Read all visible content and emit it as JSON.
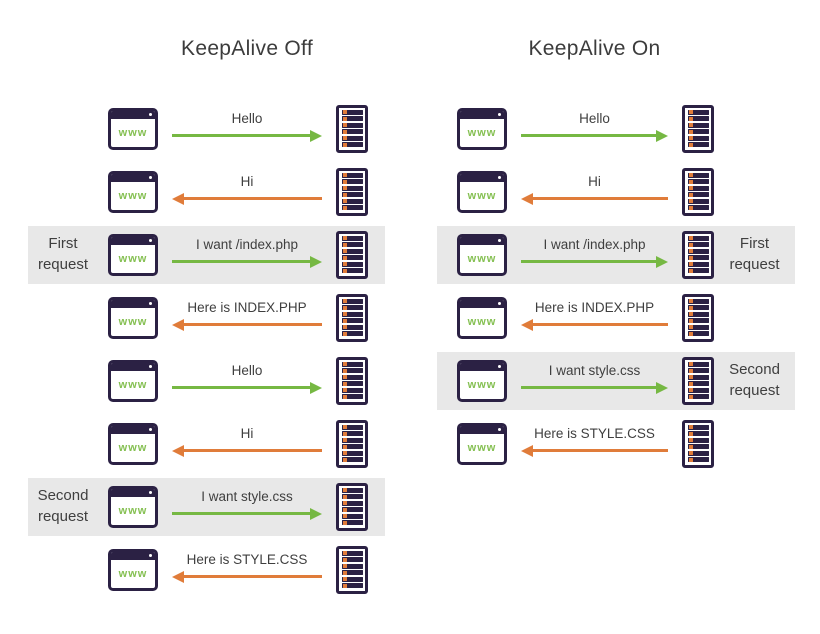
{
  "diagram": {
    "colors": {
      "green_arrow": "#76b843",
      "orange_arrow": "#e07c3a",
      "icon_purple": "#2b2144",
      "highlight_band": "#e8e8e8",
      "label_text": "#3f3f3f",
      "www_green": "#85c052"
    },
    "icons": {
      "browser_label": "www",
      "browser_icon": "browser-window-icon",
      "server_icon": "server-icon"
    },
    "columns": [
      {
        "title": "KeepAlive Off",
        "label_side": "left",
        "rows": [
          {
            "message": "Hello",
            "direction": "right",
            "highlight": false,
            "side_label": ""
          },
          {
            "message": "Hi",
            "direction": "left",
            "highlight": false,
            "side_label": ""
          },
          {
            "message": "I want /index.php",
            "direction": "right",
            "highlight": true,
            "side_label": "First request"
          },
          {
            "message": "Here is INDEX.PHP",
            "direction": "left",
            "highlight": false,
            "side_label": ""
          },
          {
            "message": "Hello",
            "direction": "right",
            "highlight": false,
            "side_label": ""
          },
          {
            "message": "Hi",
            "direction": "left",
            "highlight": false,
            "side_label": ""
          },
          {
            "message": "I want style.css",
            "direction": "right",
            "highlight": true,
            "side_label": "Second request"
          },
          {
            "message": "Here is STYLE.CSS",
            "direction": "left",
            "highlight": false,
            "side_label": ""
          }
        ]
      },
      {
        "title": "KeepAlive On",
        "label_side": "right",
        "rows": [
          {
            "message": "Hello",
            "direction": "right",
            "highlight": false,
            "side_label": ""
          },
          {
            "message": "Hi",
            "direction": "left",
            "highlight": false,
            "side_label": ""
          },
          {
            "message": "I want /index.php",
            "direction": "right",
            "highlight": true,
            "side_label": "First request"
          },
          {
            "message": "Here is INDEX.PHP",
            "direction": "left",
            "highlight": false,
            "side_label": ""
          },
          {
            "message": "I want style.css",
            "direction": "right",
            "highlight": true,
            "side_label": "Second request"
          },
          {
            "message": "Here is STYLE.CSS",
            "direction": "left",
            "highlight": false,
            "side_label": ""
          }
        ]
      }
    ]
  }
}
